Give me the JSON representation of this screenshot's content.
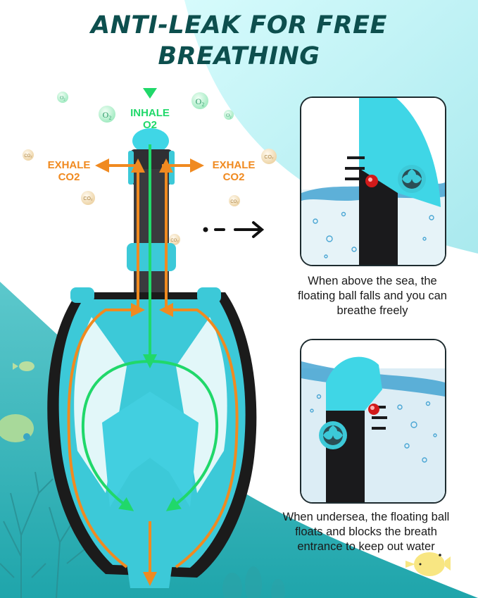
{
  "header": {
    "title_line1": "ANTI-LEAK FOR FREE",
    "title_line2": "BREATHING"
  },
  "diagram": {
    "inhale_label_line1": "INHALE",
    "inhale_label_line2": "O2",
    "exhale_left_line1": "EXHALE",
    "exhale_left_line2": "CO2",
    "exhale_right_line1": "EXHALE",
    "exhale_right_line2": "CO2",
    "bubble_o2_label": "O2",
    "bubble_co2_label": "CO2",
    "arrow_icon": "dashed-right-arrow"
  },
  "panels": [
    {
      "state": "above-water",
      "caption_line1": "When above the sea, the",
      "caption_line2": "floating ball falls and you can",
      "caption_line3": "breathe freely"
    },
    {
      "state": "under-water",
      "caption_line1": "When undersea, the floating ball",
      "caption_line2": "floats and blocks the breath",
      "caption_line3": "entrance to keep out water"
    }
  ],
  "colors": {
    "title": "#0d4f4e",
    "inhale_green": "#20d86a",
    "exhale_orange": "#f08a20",
    "mask_teal": "#3cc9d8",
    "frame_black": "#1b1b1b",
    "sea_teal": "#2fb3b8",
    "sky_light": "#cdf5f7"
  }
}
